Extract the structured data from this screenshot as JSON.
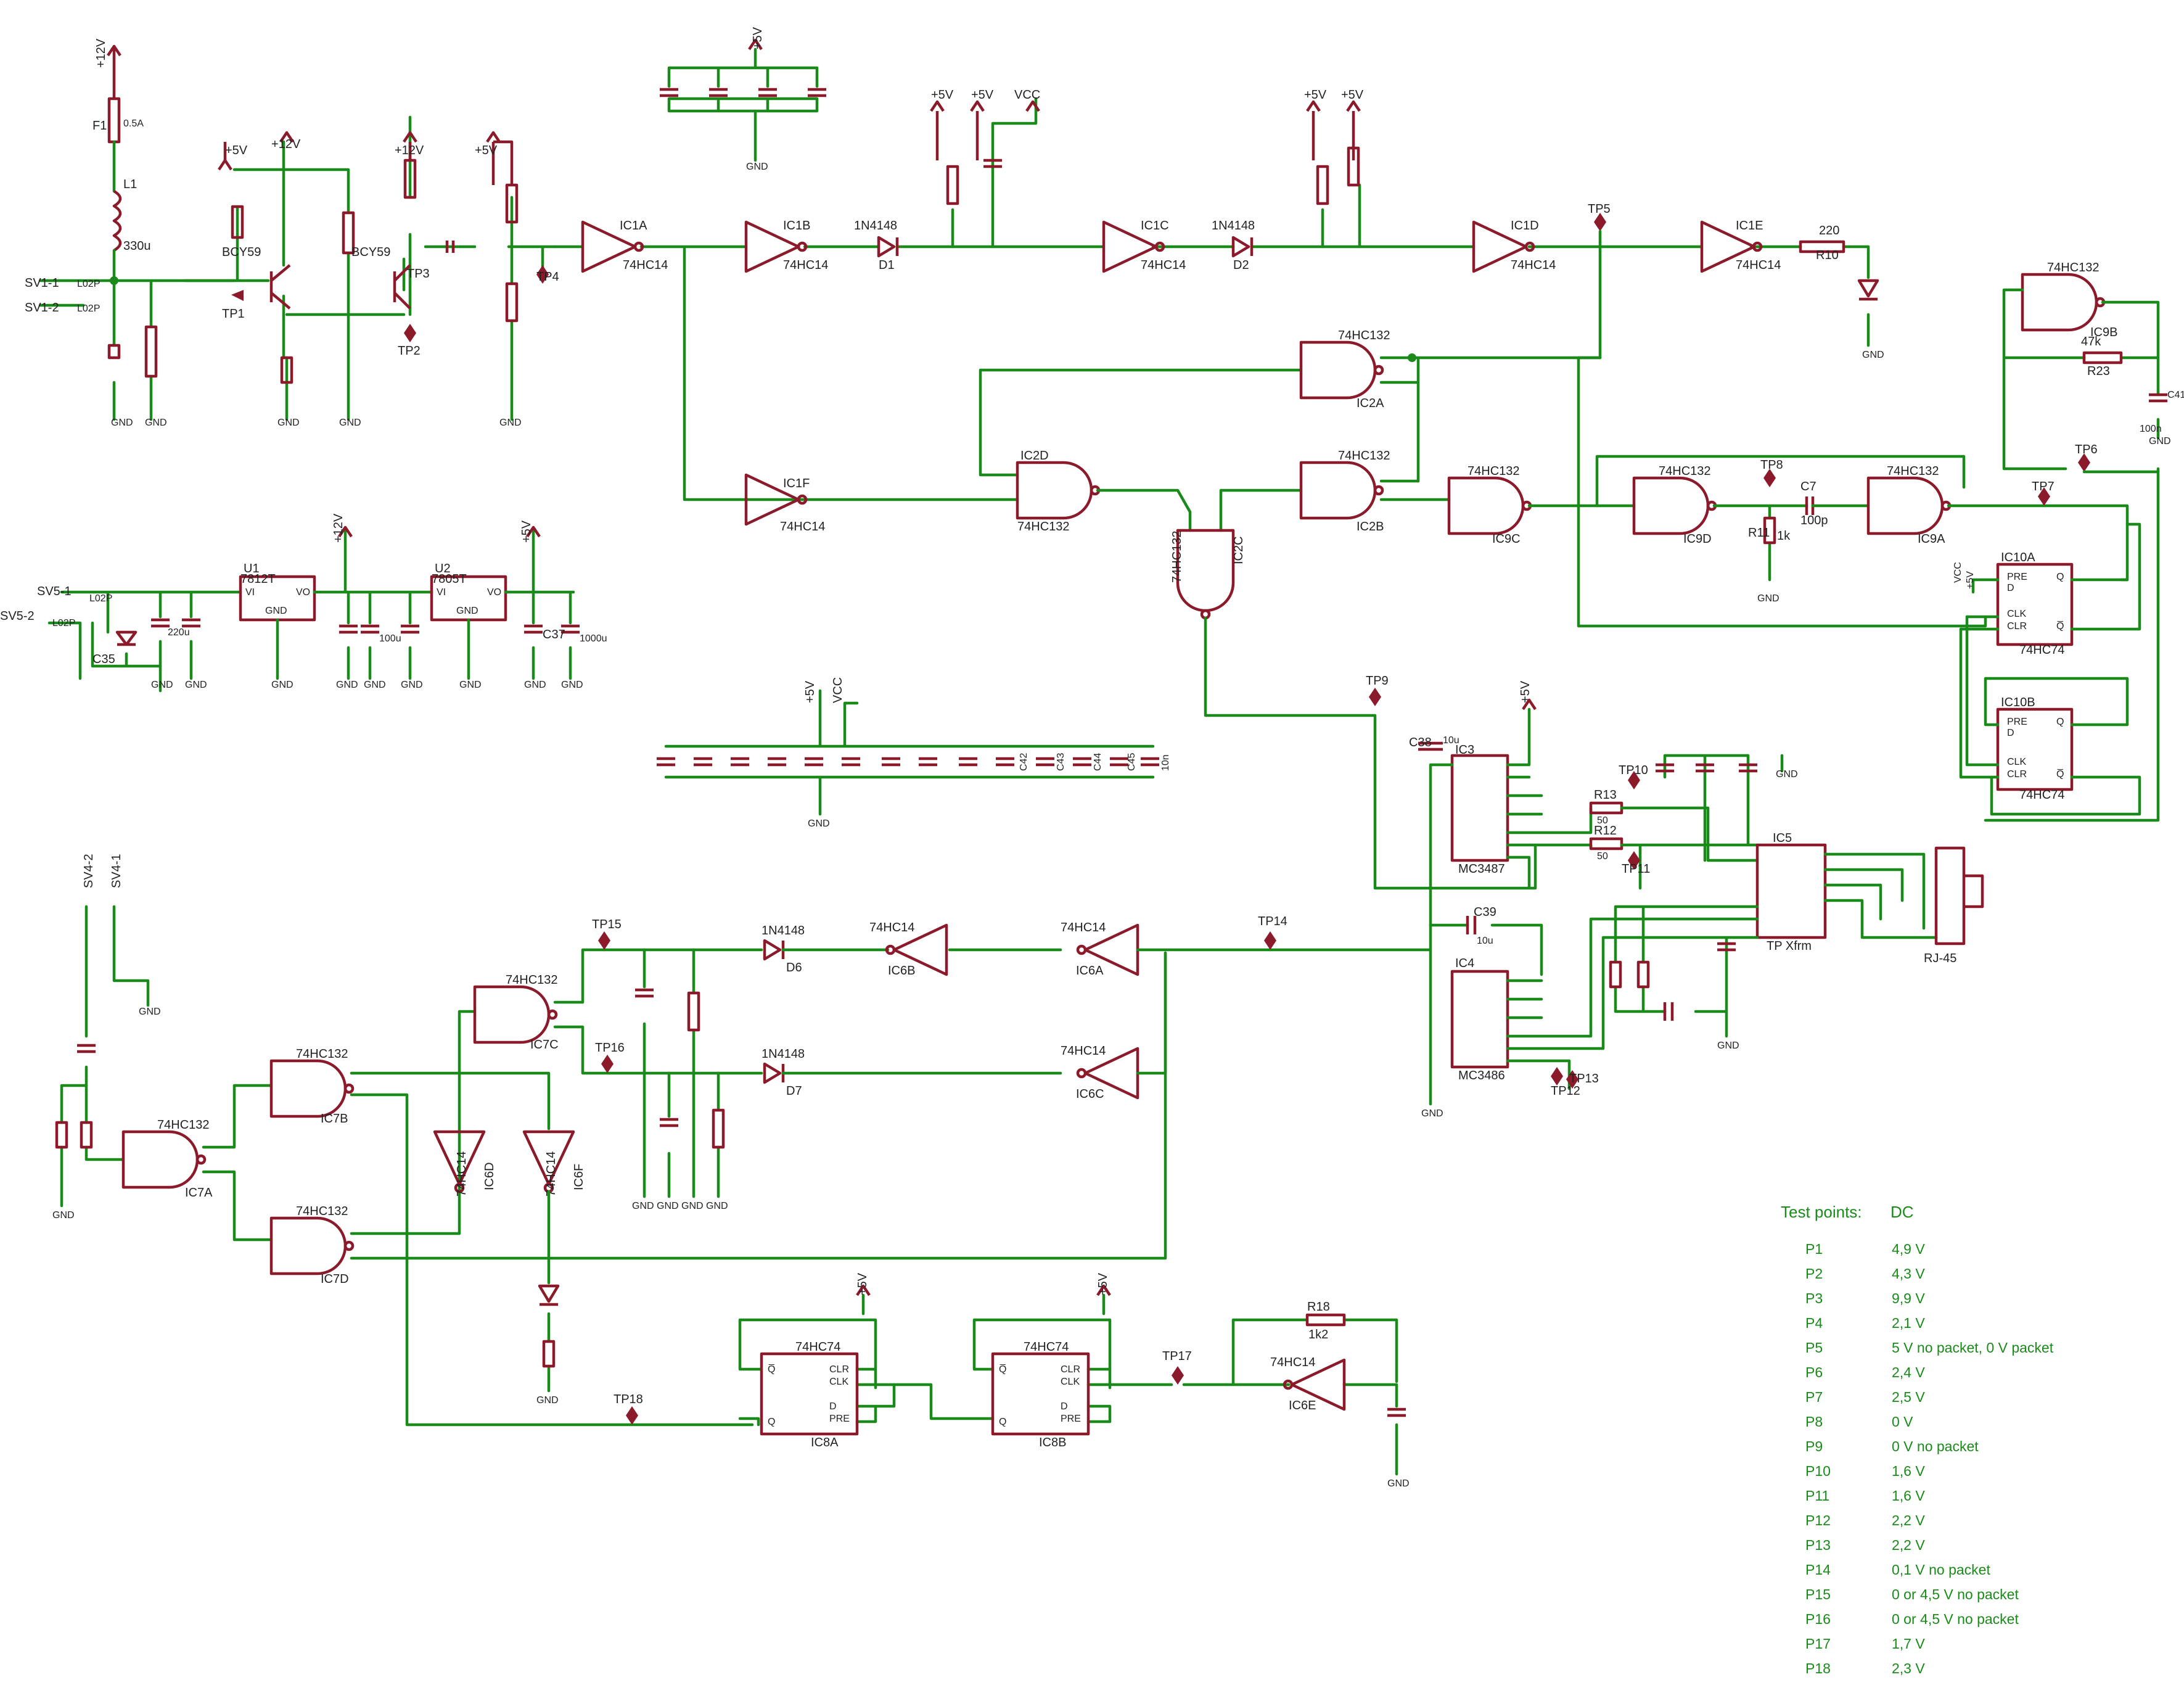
{
  "colors": {
    "wire": "#1a8a1a",
    "part": "#8b1a2a",
    "text": "#222222",
    "background": "#ffffff"
  },
  "test_points": {
    "title": "Test points:",
    "dc_header": "DC",
    "rows": [
      {
        "name": "P1",
        "value": "4,9 V"
      },
      {
        "name": "P2",
        "value": "4,3 V"
      },
      {
        "name": "P3",
        "value": "9,9 V"
      },
      {
        "name": "P4",
        "value": "2,1 V"
      },
      {
        "name": "P5",
        "value": "5 V no packet, 0 V packet"
      },
      {
        "name": "P6",
        "value": "2,4 V"
      },
      {
        "name": "P7",
        "value": "2,5 V"
      },
      {
        "name": "P8",
        "value": "0 V"
      },
      {
        "name": "P9",
        "value": "0 V no packet"
      },
      {
        "name": "P10",
        "value": "1,6 V"
      },
      {
        "name": "P11",
        "value": "1,6 V"
      },
      {
        "name": "P12",
        "value": "2,2 V"
      },
      {
        "name": "P13",
        "value": "2,2 V"
      },
      {
        "name": "P14",
        "value": "0,1 V no packet"
      },
      {
        "name": "P15",
        "value": "0 or 4,5 V no packet"
      },
      {
        "name": "P16",
        "value": "0 or 4,5 V no packet"
      },
      {
        "name": "P17",
        "value": "1,7 V"
      },
      {
        "name": "P18",
        "value": "2,3 V"
      }
    ]
  },
  "labels": {
    "rail_12v": "+12V",
    "rail_5v": "+5V",
    "vcc": "VCC",
    "gnd": "GND",
    "fuse_f1": "F1",
    "fuse_value": "0.5A",
    "inductor_l1": "L1",
    "inductor_value": "330u",
    "sv1_1": "SV1-1",
    "sv1_2": "SV1-2",
    "sv5_1": "SV5-1",
    "sv5_2": "SV5-2",
    "sv4_1": "SV4-1",
    "sv4_2": "SV4-2",
    "l02p": "L02P",
    "bcy59": "BCY59",
    "u1": "U1",
    "u1_part": "7812T",
    "u2": "U2",
    "u2_part": "7805T",
    "vi": "VI",
    "vo": "VO",
    "c35": "C35",
    "c37": "C37",
    "cap_220u": "220u",
    "cap_1000u": "1000u",
    "cap_100u": "100u",
    "ic1a": "IC1A",
    "ic1b": "IC1B",
    "ic1c": "IC1C",
    "ic1d": "IC1D",
    "ic1e": "IC1E",
    "ic1f": "IC1F",
    "hc14": "74HC14",
    "hc132": "74HC132",
    "hc74": "74HC74",
    "diode_1n4148": "1N4148",
    "d1": "D1",
    "d2": "D2",
    "d6": "D6",
    "d7": "D7",
    "ic2a": "IC2A",
    "ic2b": "IC2B",
    "ic2c": "IC2C",
    "ic2d": "IC2D",
    "ic9a": "IC9A",
    "ic9b": "IC9B",
    "ic9c": "IC9C",
    "ic9d": "IC9D",
    "ic10a": "IC10A",
    "ic10b": "IC10B",
    "ic3": "IC3",
    "ic4": "IC4",
    "ic5": "IC5",
    "mc3487": "MC3487",
    "mc3486": "MC3486",
    "tp_xfrm": "TP Xfrm",
    "rj45": "RJ-45",
    "ic6a": "IC6A",
    "ic6b": "IC6B",
    "ic6c": "IC6C",
    "ic6d": "IC6D",
    "ic6e": "IC6E",
    "ic6f": "IC6F",
    "ic7a": "IC7A",
    "ic7b": "IC7B",
    "ic7c": "IC7C",
    "ic7d": "IC7D",
    "ic8a": "IC8A",
    "ic8b": "IC8B",
    "r10": "R10",
    "r10_value": "220",
    "r11": "R11",
    "r11_value": "1k",
    "r12": "R12",
    "r13": "R13",
    "r_50": "50",
    "r18": "R18",
    "r18_value": "1k2",
    "r23": "R23",
    "r23_value": "47k",
    "c7": "C7",
    "c7_value": "100p",
    "c38": "C38",
    "c38_value": "10u",
    "c39": "C39",
    "c39_value": "10u",
    "c41": "C41",
    "c41_value": "100n",
    "c42": "C42",
    "c43": "C43",
    "c44": "C44",
    "c45": "C45",
    "cap_10n": "10n",
    "pre": "PRE",
    "d": "D",
    "clk": "CLK",
    "clr": "CLR",
    "q": "Q",
    "qn": "Q̅",
    "tp1": "TP1",
    "tp2": "TP2",
    "tp3": "TP3",
    "tp4": "TP4",
    "tp5": "TP5",
    "tp6": "TP6",
    "tp7": "TP7",
    "tp8": "TP8",
    "tp9": "TP9",
    "tp10": "TP10",
    "tp11": "TP11",
    "tp12": "TP12",
    "tp13": "TP13",
    "tp14": "TP14",
    "tp15": "TP15",
    "tp16": "TP16",
    "tp17": "TP17",
    "tp18": "TP18"
  }
}
